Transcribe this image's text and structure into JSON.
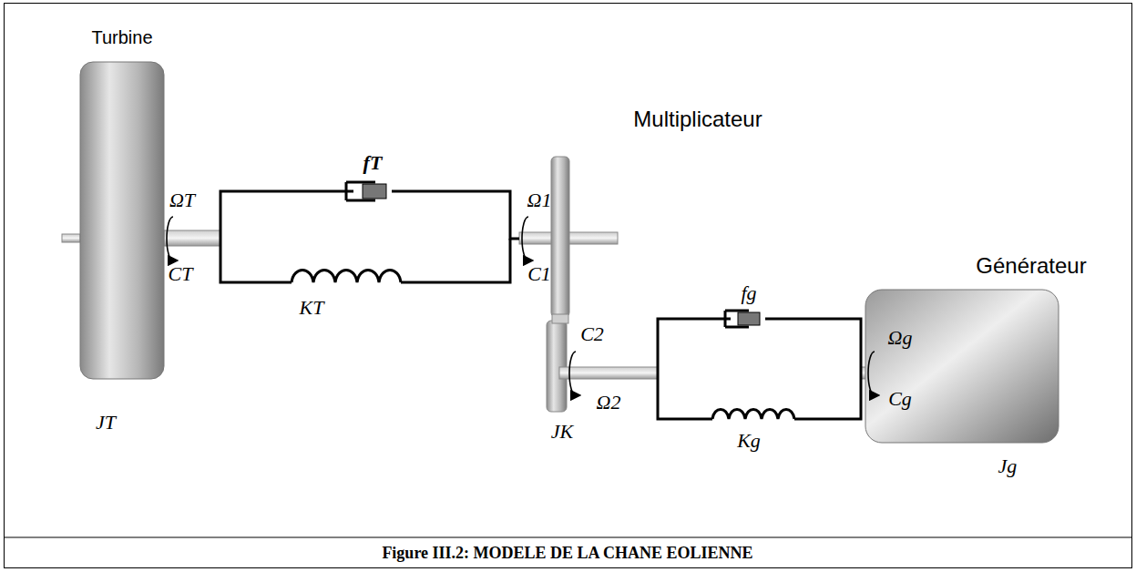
{
  "diagram": {
    "caption": "Figure III.2: MODELE DE LA CHANE EOLIENNE",
    "labels": [
      "Turbine",
      "Multiplicateur",
      "Générateur",
      "fT",
      "ΩT",
      "CT",
      "KT",
      "Ω1",
      "C1",
      "C2",
      "Ω2",
      "JK",
      "fg",
      "Kg",
      "Ωg",
      "Cg",
      "JT",
      "Jg"
    ]
  }
}
